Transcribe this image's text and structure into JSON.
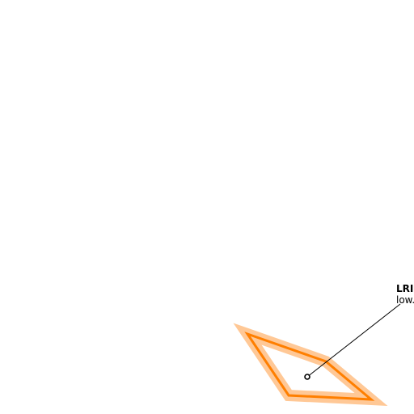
{
  "map": {
    "feature": {
      "kind": "polygon",
      "stroke_color": "#ff7f00",
      "fill_color": "#ffc896"
    },
    "marker": {
      "kind": "point",
      "icon": "ring-point-icon",
      "color": "#000000"
    },
    "callout": {
      "title": "LRI",
      "subtitle": "low.",
      "leader_color": "#000000"
    }
  }
}
